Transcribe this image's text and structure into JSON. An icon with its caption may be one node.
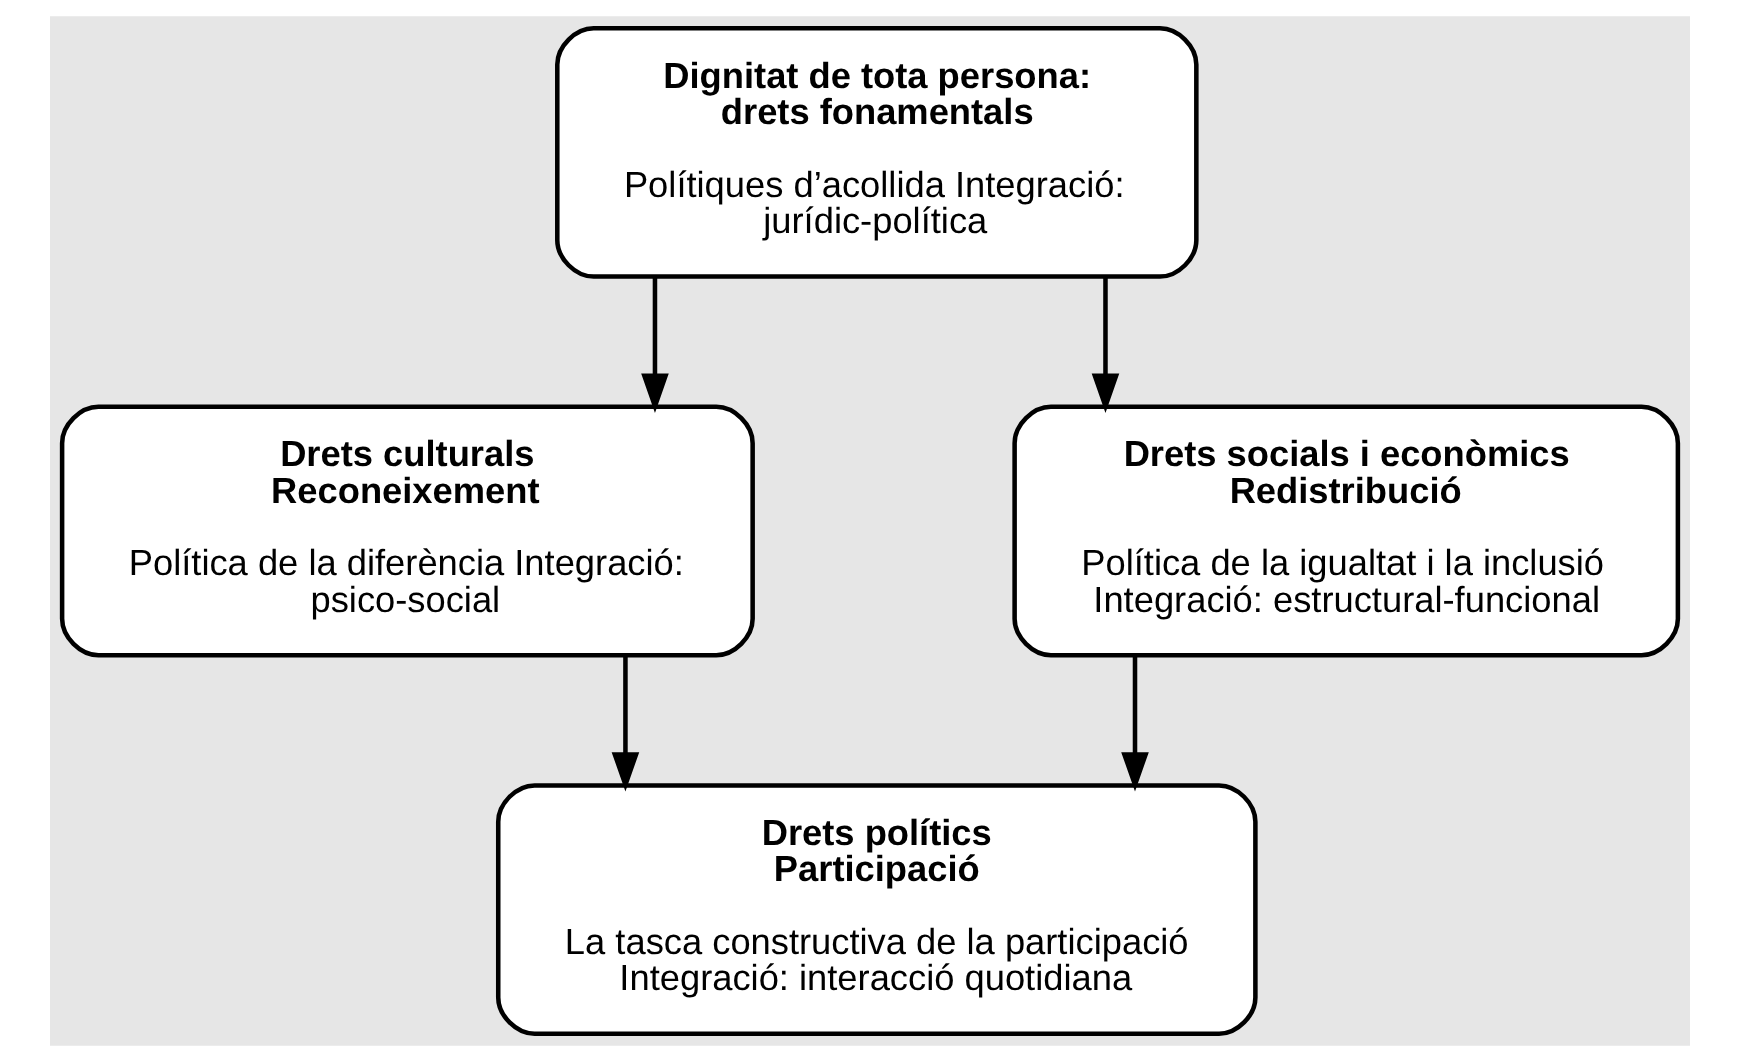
{
  "diagram": {
    "nodes": [
      {
        "text": [
          "Dignitat de tota persona: drets fonamentals",
          "Polítiques d’acollida Integració: jurídic-política"
        ]
      },
      {
        "text": [
          "Drets culturals Reconeixement",
          "Política de la diferència Integració: psico-social"
        ]
      },
      {
        "text": [
          "Drets socials i econòmics Redistribució",
          "Política de la igualtat i la inclusió Integració: estructural-funcional"
        ]
      },
      {
        "text": [
          "Drets polítics Participació",
          "La tasca constructiva de la participació Integració: interacció quotidiana"
        ]
      }
    ],
    "edges": [
      {
        "from": 0,
        "to": 1,
        "arrow": "to"
      },
      {
        "from": 0,
        "to": 2,
        "arrow": "to"
      },
      {
        "from": 1,
        "to": 3,
        "arrow": "to"
      },
      {
        "from": 2,
        "to": 3,
        "arrow": "to"
      }
    ]
  }
}
